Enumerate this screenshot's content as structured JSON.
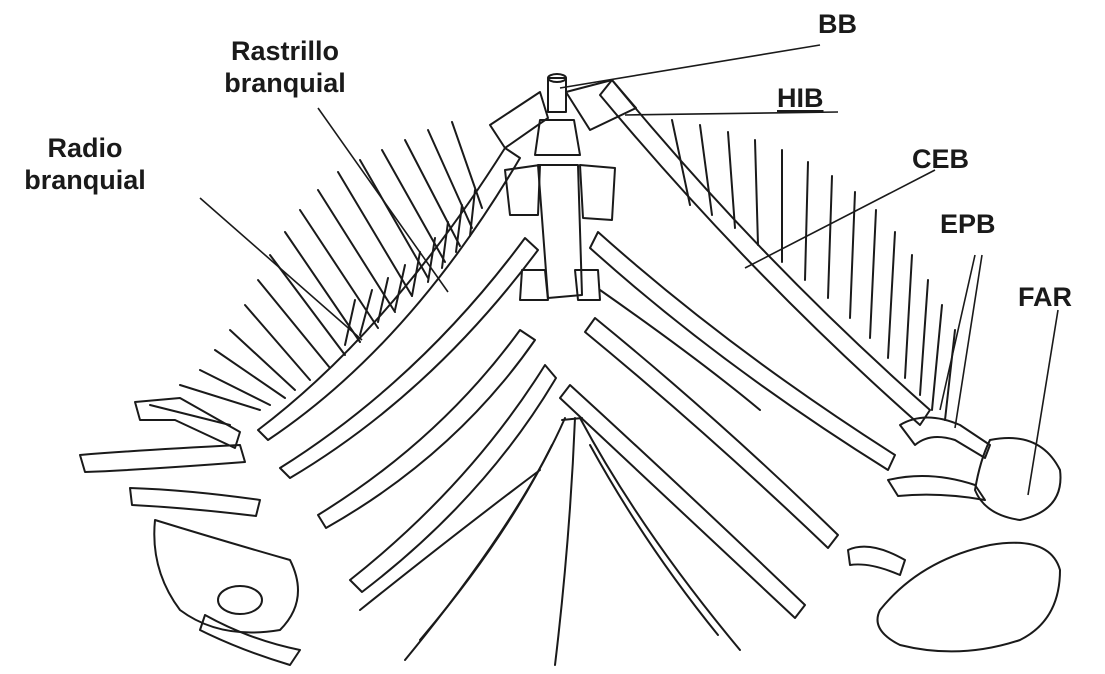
{
  "labels": {
    "bb": "BB",
    "hib": "HIB",
    "ceb": "CEB",
    "epb": "EPB",
    "far": "FAR",
    "rastrillo_line1": "Rastrillo",
    "rastrillo_line2": "branquial",
    "radio_line1": "Radio",
    "radio_line2": "branquial"
  },
  "colors": {
    "ink": "#1a1a1a",
    "paper": "#ffffff"
  }
}
